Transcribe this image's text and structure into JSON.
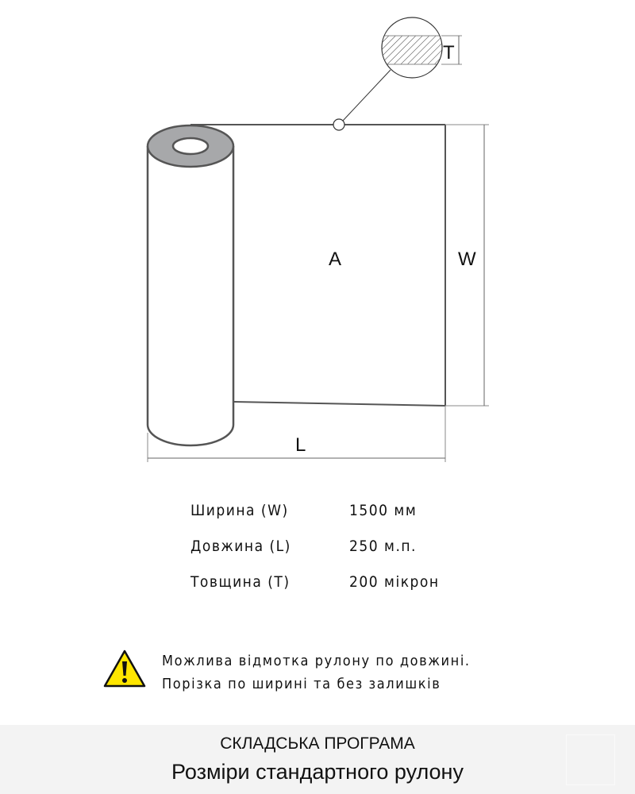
{
  "diagram": {
    "label_a": "A",
    "label_w": "W",
    "label_l": "L",
    "label_t": "T"
  },
  "specs": [
    {
      "label": "Ширина (W)",
      "value": "1500 мм"
    },
    {
      "label": "Довжина (L)",
      "value": "250 м.п."
    },
    {
      "label": "Товщина (T)",
      "value": "200 мікрон"
    }
  ],
  "note": {
    "line1": "Можлива відмотка рулону по довжині.",
    "line2": "Порізка по ширині та без залишків",
    "icon": "warning-icon",
    "icon_color": "#ffe600"
  },
  "footer": {
    "subtitle": "СКЛАДСЬКА ПРОГРАМА",
    "title": "Розміри стандартного рулону"
  }
}
